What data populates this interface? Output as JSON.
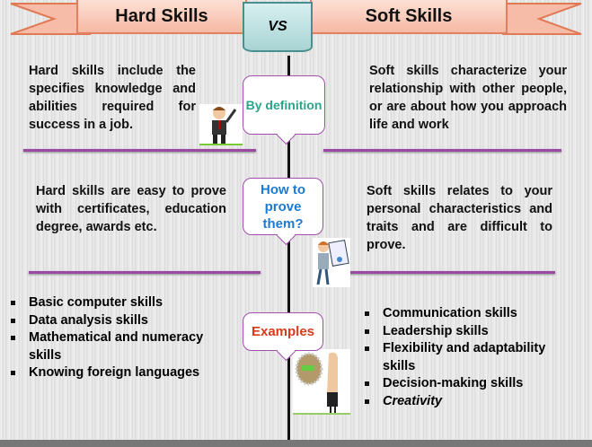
{
  "header": {
    "left_title": "Hard Skills",
    "vs_label": "VS",
    "right_title": "Soft Skills"
  },
  "rows": [
    {
      "label": "By definition",
      "label_color": "#2aa58a",
      "hard": "Hard skills include the specifies knowledge and abilities required for success in a job.",
      "soft": "Soft skills characterize your relationship with other people, or are about how you approach life and work"
    },
    {
      "label": "How to prove them?",
      "label_color": "#1c7ad0",
      "hard": "Hard skills are easy to prove with certificates, education degree, awards etc.",
      "soft": "Soft skills relates to your personal characteristics and traits and are difficult to prove."
    },
    {
      "label": "Examples",
      "label_color": "#d83a1a",
      "hard_items": [
        "Basic computer skills",
        "Data analysis skills",
        "Mathematical and numeracy skills",
        "Knowing foreign languages"
      ],
      "soft_items": [
        "Communication skills",
        "Leadership skills",
        "Flexibility and adaptability skills",
        "Decision-making skills",
        "Creativity"
      ]
    }
  ]
}
